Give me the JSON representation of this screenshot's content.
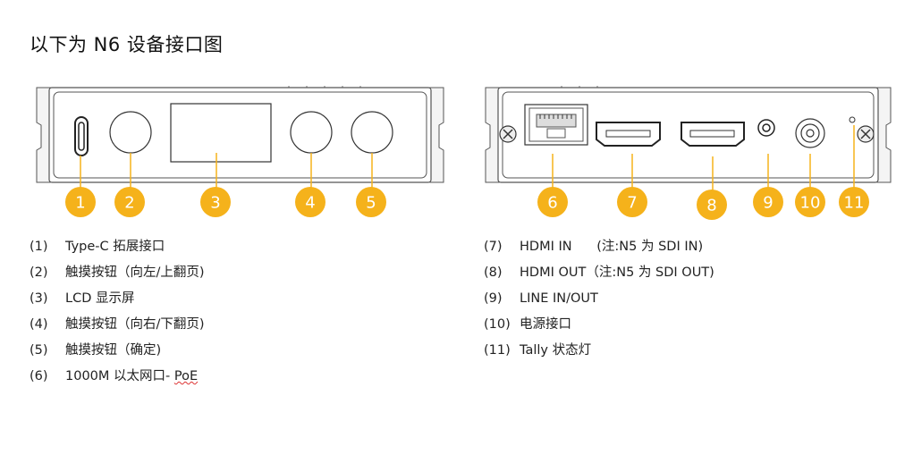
{
  "title": "以下为 N6 设备接口图",
  "badges": [
    "1",
    "2",
    "3",
    "4",
    "5",
    "6",
    "7",
    "8",
    "9",
    "10",
    "11"
  ],
  "items": [
    {
      "num": "(1)",
      "text": "Type-C 拓展接口"
    },
    {
      "num": "(2)",
      "text": "触摸按钮（向左/上翻页)"
    },
    {
      "num": "(3)",
      "text": "LCD 显示屏"
    },
    {
      "num": "(4)",
      "text": "触摸按钮（向右/下翻页)"
    },
    {
      "num": "(5)",
      "text": "触摸按钮（确定)"
    },
    {
      "num": "(6)",
      "text": "1000M 以太网口- ",
      "text_tail": "PoE"
    },
    {
      "num": "(7)",
      "text": "HDMI IN      (注:N5 为 SDI IN)"
    },
    {
      "num": "(8)",
      "text": "HDMI OUT（注:N5 为 SDI OUT)"
    },
    {
      "num": "(9)",
      "text": "LINE IN/OUT"
    },
    {
      "num": "(10)",
      "text": "电源接口"
    },
    {
      "num": "(11)",
      "text": "Tally 状态灯"
    }
  ],
  "colors": {
    "badge": "#f5b21b",
    "line": "#f5b21b",
    "panel_stroke": "#555555",
    "panel_fill": "#ffffff",
    "device_fill": "#f2f2f2"
  }
}
